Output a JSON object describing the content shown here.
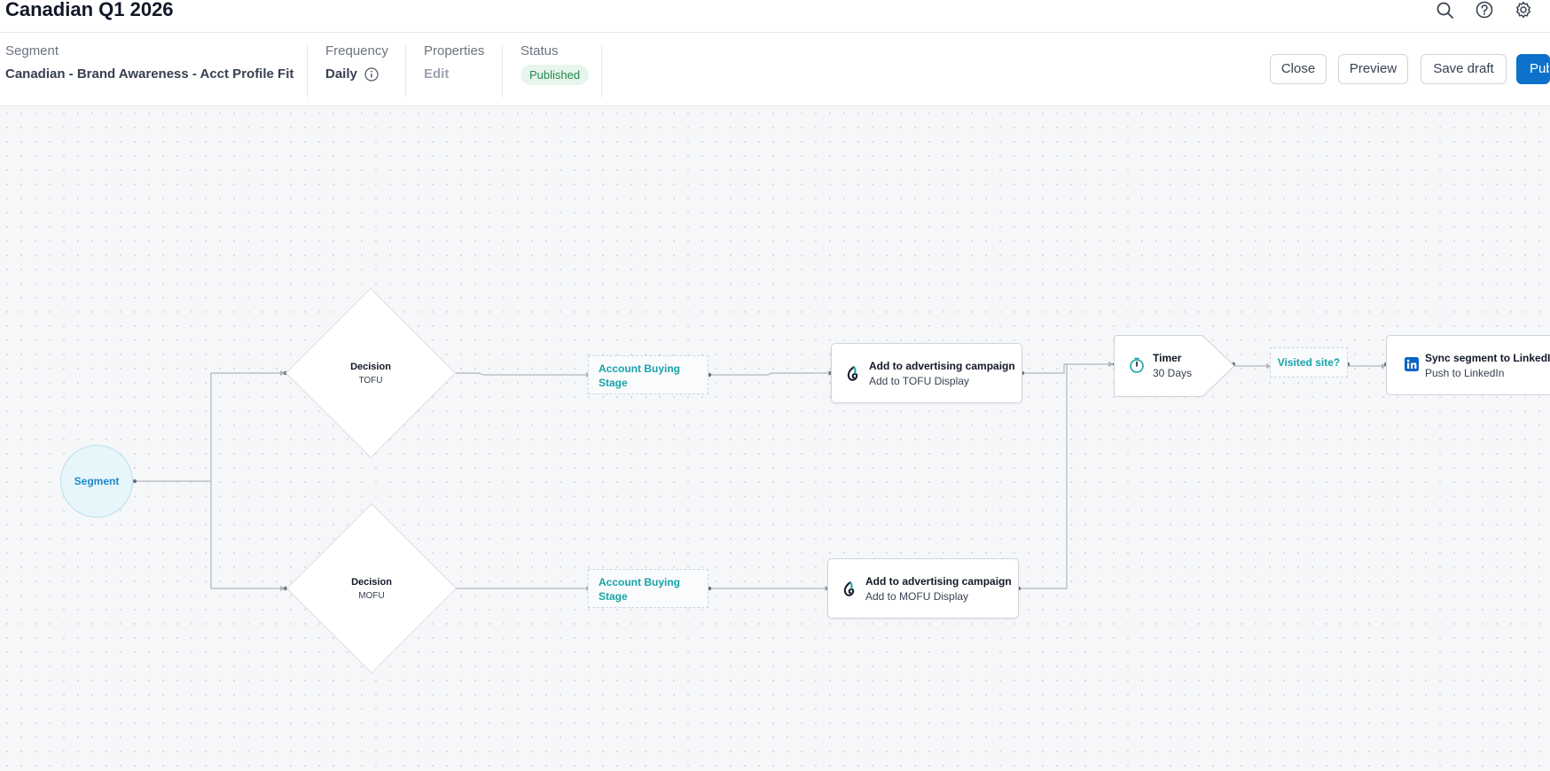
{
  "header": {
    "title": "Canadian Q1 2026",
    "icons": [
      "search-icon",
      "help-icon",
      "settings-icon"
    ]
  },
  "info": {
    "segment": {
      "label": "Segment",
      "value": "Canadian - Brand Awareness - Acct Profile Fit"
    },
    "frequency": {
      "label": "Frequency",
      "value": "Daily"
    },
    "properties": {
      "label": "Properties",
      "value": "Edit"
    },
    "status": {
      "label": "Status",
      "value": "Published"
    }
  },
  "actions": {
    "close": "Close",
    "preview": "Preview",
    "save_draft": "Save draft",
    "publish": "Publish"
  },
  "flow": {
    "segment_node": "Segment",
    "decision_tofu": {
      "title": "Decision",
      "label": "TOFU"
    },
    "decision_mofu": {
      "title": "Decision",
      "label": "MOFU"
    },
    "condition_tofu": "Account Buying Stage",
    "condition_mofu": "Account Buying Stage",
    "action_tofu": {
      "title": "Add to advertising campaign",
      "subtitle": "Add to TOFU Display"
    },
    "action_mofu": {
      "title": "Add to advertising campaign",
      "subtitle": "Add to MOFU Display"
    },
    "timer": {
      "title": "Timer",
      "value": "30 Days"
    },
    "visited": "Visited site?",
    "linkedin": {
      "title": "Sync segment to LinkedIn",
      "subtitle": "Push to LinkedIn"
    }
  },
  "colors": {
    "accent_teal": "#17a3a9",
    "primary_blue": "#0d72c9",
    "status_green": "#1f8a4c",
    "linkedin_blue": "#0a66c2"
  }
}
